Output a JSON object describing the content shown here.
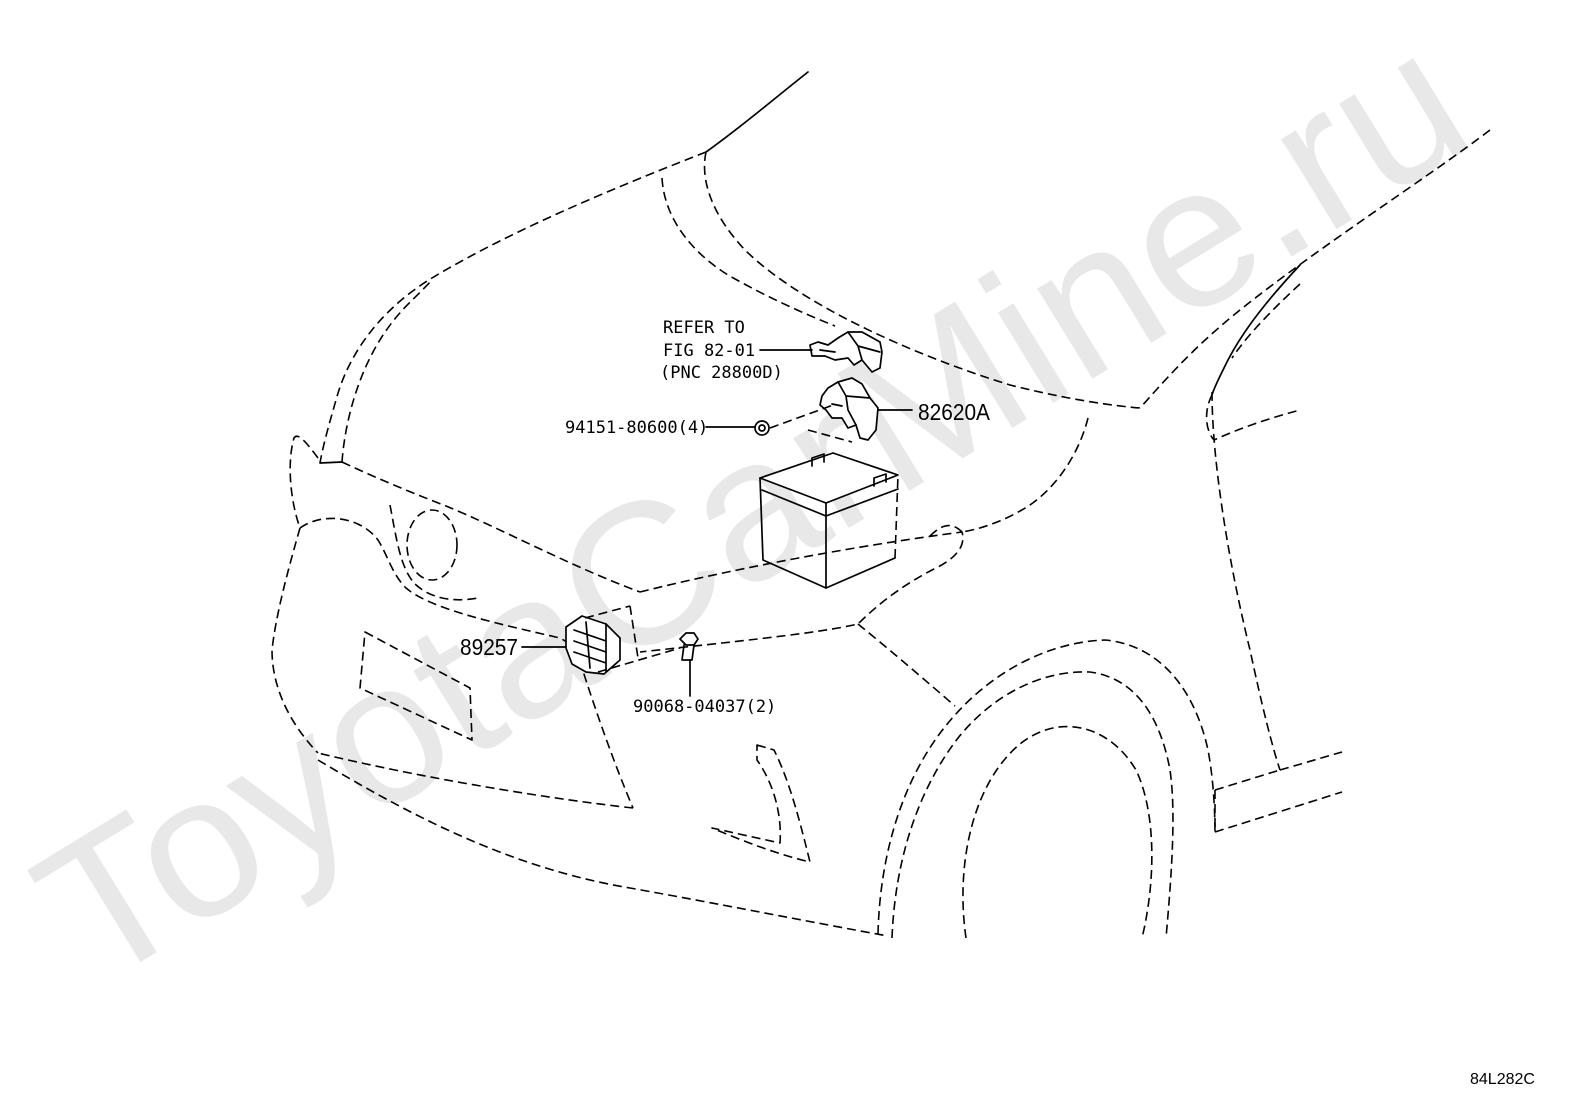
{
  "colors": {
    "background": "#ffffff",
    "line": "#000000",
    "watermark": "#e8e8e8"
  },
  "watermark": "ToyotaCarMine.ru",
  "reference_note": [
    "REFER TO",
    "FIG 82-01",
    "(PNC 28800D)"
  ],
  "callouts": [
    {
      "part_number": "94151-80600(4)"
    },
    {
      "part_number": "82620A"
    },
    {
      "part_number": "89257"
    },
    {
      "part_number": "90068-04037(2)"
    }
  ],
  "figure_code": "84L282C"
}
